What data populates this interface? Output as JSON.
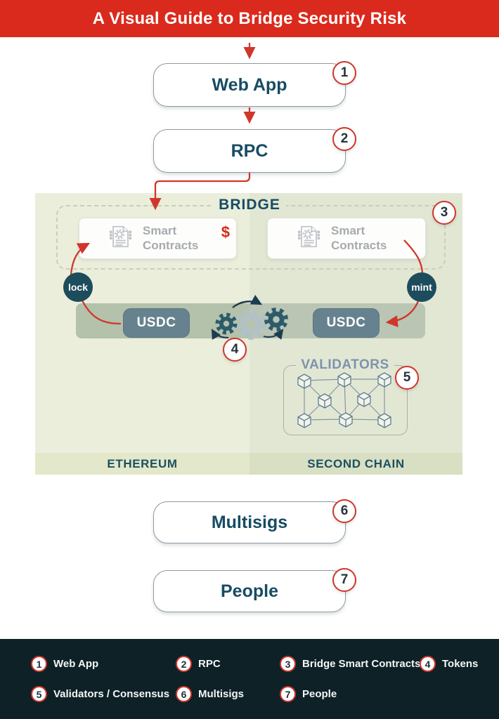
{
  "title": "A Visual Guide to Bridge Security Risk",
  "colors": {
    "header_red": "#da2a1d",
    "accent_red": "#cf372b",
    "dark_teal": "#174c63",
    "footer_bg": "#0d2127",
    "bridge_left_bg": "#eaeedb",
    "bridge_right_bg": "#e2e7d4",
    "token_circle_bg": "#1d4c5c",
    "usdc_bg": "#67828f"
  },
  "flow": {
    "web_app": {
      "label": "Web App",
      "number": "1"
    },
    "rpc": {
      "label": "RPC",
      "number": "2"
    },
    "multisigs": {
      "label": "Multisigs",
      "number": "6"
    },
    "people": {
      "label": "People",
      "number": "7"
    }
  },
  "bridge": {
    "label": "BRIDGE",
    "number": "3",
    "smart_contracts_left": {
      "label": "Smart Contracts",
      "dollar": "$"
    },
    "smart_contracts_right": {
      "label": "Smart Contracts"
    },
    "lock_label": "lock",
    "mint_label": "mint",
    "usdc_left": "USDC",
    "usdc_right": "USDC",
    "tokens_number": "4",
    "validators": {
      "label": "VALIDATORS",
      "number": "5"
    },
    "ethereum_label": "ETHEREUM",
    "second_chain_label": "SECOND CHAIN"
  },
  "legend": {
    "items": [
      {
        "number": "1",
        "label": "Web App"
      },
      {
        "number": "2",
        "label": "RPC"
      },
      {
        "number": "3",
        "label": "Bridge Smart Contracts"
      },
      {
        "number": "4",
        "label": "Tokens"
      },
      {
        "number": "5",
        "label": "Validators / Consensus"
      },
      {
        "number": "6",
        "label": "Multisigs"
      },
      {
        "number": "7",
        "label": "People"
      }
    ]
  }
}
